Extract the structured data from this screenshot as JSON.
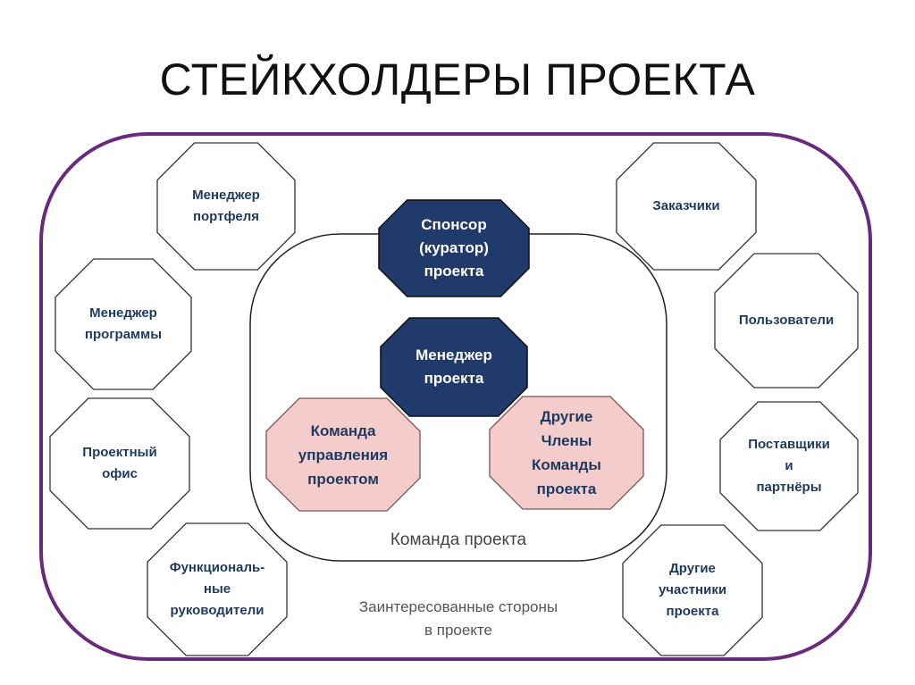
{
  "title": "СТЕЙКХОЛДЕРЫ ПРОЕКТА",
  "colors": {
    "outer_border": "#6A2A7C",
    "dark_fill": "#1F3A6B",
    "pink_fill": "#F4CCCC",
    "text_blue": "#1F3A5F"
  },
  "nodes": {
    "portfolio_manager": "Менеджер\nпортфеля",
    "program_manager": "Менеджер\nпрограммы",
    "project_office": "Проектный\nофис",
    "functional_managers": "Функциональ-\nные\nруководители",
    "customers": "Заказчики",
    "users": "Пользователи",
    "suppliers": "Поставщики\nи\nпартнёры",
    "other_participants": "Другие\nучастники\nпроекта",
    "sponsor": "Спонсор\n(куратор)\nпроекта",
    "project_manager": "Менеджер\nпроекта",
    "management_team": "Команда\nуправления\nпроектом",
    "other_team_members": "Другие\nЧлены\nКоманды\nпроекта"
  },
  "captions": {
    "project_team": "Команда проекта",
    "stakeholders": "Заинтересованные стороны\nв проекте"
  }
}
